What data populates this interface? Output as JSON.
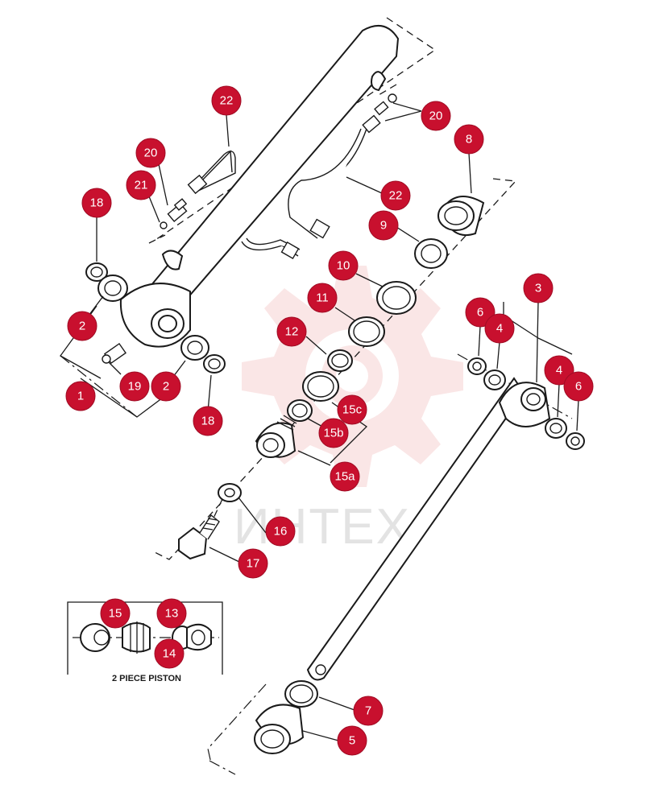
{
  "watermark": {
    "text": "ИНТЕХ",
    "color": "#f2b8b8"
  },
  "badge_color": "#c8102e",
  "callouts": [
    "22",
    "20",
    "21",
    "18",
    "2",
    "19",
    "1",
    "2",
    "18",
    "20",
    "8",
    "22",
    "9",
    "10",
    "11",
    "12",
    "15c",
    "15b",
    "15a",
    "16",
    "17",
    "3",
    "6",
    "4",
    "4",
    "6",
    "7",
    "5",
    "15",
    "13",
    "14"
  ],
  "inset": {
    "caption": "2 PIECE PISTON"
  }
}
